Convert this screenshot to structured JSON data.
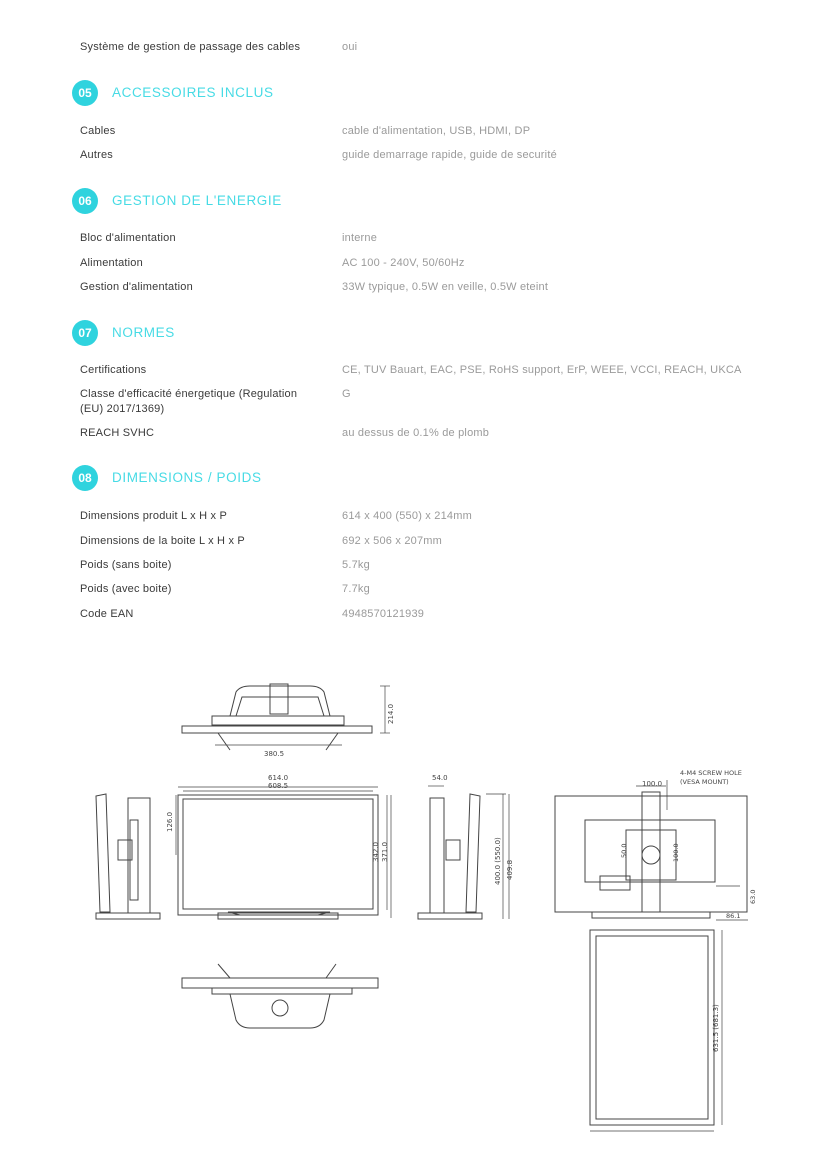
{
  "rows_top": [
    {
      "label": "Système de gestion de passage des cables",
      "value": "oui"
    }
  ],
  "sections": [
    {
      "num": "05",
      "title": "ACCESSOIRES INCLUS",
      "rows": [
        {
          "label": "Cables",
          "value": "cable d'alimentation, USB, HDMI, DP"
        },
        {
          "label": "Autres",
          "value": "guide demarrage rapide, guide de securité"
        }
      ]
    },
    {
      "num": "06",
      "title": "GESTION DE L'ENERGIE",
      "rows": [
        {
          "label": "Bloc d'alimentation",
          "value": "interne"
        },
        {
          "label": "Alimentation",
          "value": "AC 100 - 240V, 50/60Hz"
        },
        {
          "label": "Gestion d'alimentation",
          "value": "33W typique, 0.5W en veille, 0.5W eteint"
        }
      ]
    },
    {
      "num": "07",
      "title": "NORMES",
      "rows": [
        {
          "label": "Certifications",
          "value": "CE, TUV Bauart, EAC, PSE, RoHS support, ErP, WEEE, VCCI, REACH, UKCA"
        },
        {
          "label": "Classe d'efficacité énergetique (Regulation (EU) 2017/1369)",
          "value": "G"
        },
        {
          "label": "REACH SVHC",
          "value": "au dessus de 0.1% de plomb"
        }
      ]
    },
    {
      "num": "08",
      "title": "DIMENSIONS / POIDS",
      "rows": [
        {
          "label": "Dimensions produit L x H x P",
          "value": "614 x 400 (550) x 214mm"
        },
        {
          "label": "Dimensions de la boite L x H x P",
          "value": "692 x 506 x 207mm"
        },
        {
          "label": "Poids (sans boite)",
          "value": "5.7kg"
        },
        {
          "label": "Poids (avec boite)",
          "value": "7.7kg"
        },
        {
          "label": "Code EAN",
          "value": "4948570121939"
        }
      ]
    }
  ],
  "drawing": {
    "top_depth": "214.0",
    "top_base": "380.5",
    "front_w1": "614.0",
    "front_w2": "608.5",
    "front_h1": "342.0",
    "front_h2": "371.0",
    "front_left": "126.0",
    "side_depth": "54.0",
    "side_h1": "400.0 (550.0)",
    "side_h2": "409.8",
    "back_vesa_w": "100.0",
    "back_vesa_h": "100.0",
    "back_50": "50.0",
    "back_h": "63.0",
    "back_w": "86.1",
    "screw_note1": "4-M4 SCREW HOLE",
    "screw_note2": "(VESA MOUNT)",
    "portrait_h": "631.5 (681.3)"
  },
  "colors": {
    "accent": "#2fd3de",
    "title": "#47dbe5",
    "value": "#9a9a9a"
  }
}
